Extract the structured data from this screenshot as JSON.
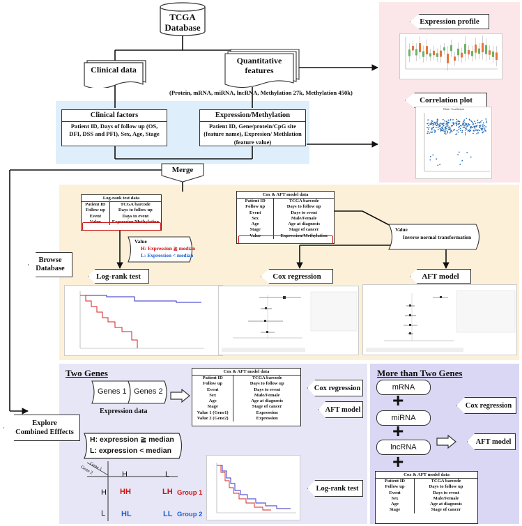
{
  "top": {
    "database": "TCGA\nDatabase",
    "clinical_data": "Clinical data",
    "quantitative_features": "Quantitative\nfeatures",
    "feature_types": "(Protein, mRNA, miRNA, lncRNA, Methylation 27k, Methylation 450k)",
    "clinical_factors_title": "Clinical factors",
    "clinical_factors_body": "Patient ID, Days of follow up (OS, DFI, DSS and PFI), Sex, Age, Stage",
    "expression_title": "Expression/Methylation",
    "expression_body": "Patient ID, Gene/protein/CpG site (feature name), Expresion/ Methlation (feature value)",
    "merge": "Merge"
  },
  "right_panel": {
    "expression_profile": "Expression profile",
    "correlation_plot": "Correlation plot",
    "correlation_title": "RNA / Coefficient"
  },
  "browse": {
    "label": "Browse\nDatabase",
    "logrank_table_title": "Log-rank test data",
    "logrank_rows": [
      [
        "Patient ID",
        "TCGA barcode"
      ],
      [
        "Follow up",
        "Days to follow up"
      ],
      [
        "Event",
        "Days to event"
      ],
      [
        "Value",
        "Expression/Methylation"
      ]
    ],
    "cox_table_title": "Cox & AFT model data",
    "cox_rows": [
      [
        "Patient ID",
        "TCGA barcode"
      ],
      [
        "Follow up",
        "Days to follow up"
      ],
      [
        "Event",
        "Days to event"
      ],
      [
        "Sex",
        "Male/Female"
      ],
      [
        "Age",
        "Age at diagnosis"
      ],
      [
        "Stage",
        "Stage of cancer"
      ],
      [
        "Value",
        "Expression/Methylation"
      ]
    ],
    "value_label": "Value",
    "value_h": "H: Expression ≧ median",
    "value_l": "L: Expression < median",
    "inverse_value": "Value",
    "inverse_text": "Inverse normal transformation",
    "logrank_test": "Log-rank test",
    "cox_regression": "Cox regression",
    "aft_model": "AFT model"
  },
  "two_genes": {
    "title": "Two Genes",
    "gene1": "Genes 1",
    "gene2": "Genes 2",
    "expression_data": "Expression data",
    "table_title": "Cox & AFT model data",
    "rows": [
      [
        "Patient ID",
        "TCGA barcode"
      ],
      [
        "Follow up",
        "Days to follow up"
      ],
      [
        "Event",
        "Days to event"
      ],
      [
        "Sex",
        "Male/Female"
      ],
      [
        "Age",
        "Age at diagnosis"
      ],
      [
        "Stage",
        "Stage of cancer"
      ],
      [
        "Value 1 (Gene1)",
        "Expression"
      ],
      [
        "Value 2 (Gene2)",
        "Expression"
      ]
    ],
    "cox_regression": "Cox regression",
    "aft_model": "AFT model",
    "explore": "Explore\nCombined Efffects",
    "h_rule": "H: expression ≧ median",
    "l_rule": "L: expression < median",
    "gene1_axis": "Gene 1",
    "gene2_axis": "Gene 2",
    "h": "H",
    "l": "L",
    "hh": "HH",
    "lh": "LH",
    "hl": "HL",
    "ll": "LL",
    "group1": "Group 1",
    "group2": "Group 2",
    "logrank_test": "Log-rank test"
  },
  "more_genes": {
    "title": "More than Two Genes",
    "mrna": "mRNA",
    "mirna": "miRNA",
    "lncrna": "lncRNA",
    "plus": "+",
    "cox_regression": "Cox regression",
    "aft_model": "AFT model",
    "table_title": "Cox & AFT model data",
    "rows": [
      [
        "Patient ID",
        "TCGA barcode"
      ],
      [
        "Follow up",
        "Days to follow up"
      ],
      [
        "Event",
        "Days to event"
      ],
      [
        "Sex",
        "Male/Female"
      ],
      [
        "Age",
        "Age at diagnosis"
      ],
      [
        "Stage",
        "Stage of cancer"
      ]
    ]
  },
  "colors": {
    "top_panel": "#dfeefb",
    "pink_panel": "#fbe7e9",
    "orange_panel": "#fdf0d8",
    "lavender_panel": "#e7e6f6",
    "purple_panel": "#d9d7f4",
    "red": "#d01010",
    "blue": "#1a5fd0"
  }
}
